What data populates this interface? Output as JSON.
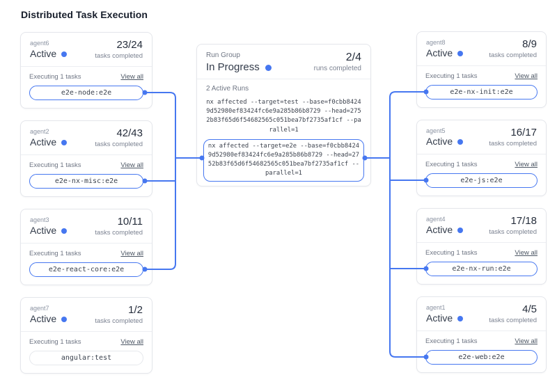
{
  "page": {
    "title": "Distributed Task Execution"
  },
  "colors": {
    "accent": "#4677f0"
  },
  "run_group": {
    "label": "Run Group",
    "status": "In Progress",
    "count": "2/4",
    "count_caption": "runs completed",
    "active_runs_label": "2 Active Runs",
    "commands": [
      {
        "text": "nx affected --target=test --base=f0cbb84249d52980ef83424fc6e9a285b86b8729 --head=2752b83f65d6f54682565c051bea7bf2735af1cf --parallel=1",
        "highlighted": false
      },
      {
        "text": "nx affected --target=e2e --base=f0cbb84249d52980ef83424fc6e9a285b86b8729 --head=2752b83f65d6f54682565c051bea7bf2735af1cf --parallel=1",
        "highlighted": true
      }
    ]
  },
  "agents": {
    "left": [
      {
        "name": "agent6",
        "status": "Active",
        "count": "23/24",
        "count_caption": "tasks completed",
        "executing_label": "Executing 1 tasks",
        "view_all_label": "View all",
        "task": "e2e-node:e2e",
        "task_highlighted": true
      },
      {
        "name": "agent2",
        "status": "Active",
        "count": "42/43",
        "count_caption": "tasks completed",
        "executing_label": "Executing 1 tasks",
        "view_all_label": "View all",
        "task": "e2e-nx-misc:e2e",
        "task_highlighted": true
      },
      {
        "name": "agent3",
        "status": "Active",
        "count": "10/11",
        "count_caption": "tasks completed",
        "executing_label": "Executing 1 tasks",
        "view_all_label": "View all",
        "task": "e2e-react-core:e2e",
        "task_highlighted": true
      },
      {
        "name": "agent7",
        "status": "Active",
        "count": "1/2",
        "count_caption": "tasks completed",
        "executing_label": "Executing 1 tasks",
        "view_all_label": "View all",
        "task": "angular:test",
        "task_highlighted": false
      }
    ],
    "right": [
      {
        "name": "agent8",
        "status": "Active",
        "count": "8/9",
        "count_caption": "tasks completed",
        "executing_label": "Executing 1 tasks",
        "view_all_label": "View all",
        "task": "e2e-nx-init:e2e",
        "task_highlighted": true
      },
      {
        "name": "agent5",
        "status": "Active",
        "count": "16/17",
        "count_caption": "tasks completed",
        "executing_label": "Executing 1 tasks",
        "view_all_label": "View all",
        "task": "e2e-js:e2e",
        "task_highlighted": true
      },
      {
        "name": "agent4",
        "status": "Active",
        "count": "17/18",
        "count_caption": "tasks completed",
        "executing_label": "Executing 1 tasks",
        "view_all_label": "View all",
        "task": "e2e-nx-run:e2e",
        "task_highlighted": true
      },
      {
        "name": "agent1",
        "status": "Active",
        "count": "4/5",
        "count_caption": "tasks completed",
        "executing_label": "Executing 1 tasks",
        "view_all_label": "View all",
        "task": "e2e-web:e2e",
        "task_highlighted": true
      }
    ]
  }
}
